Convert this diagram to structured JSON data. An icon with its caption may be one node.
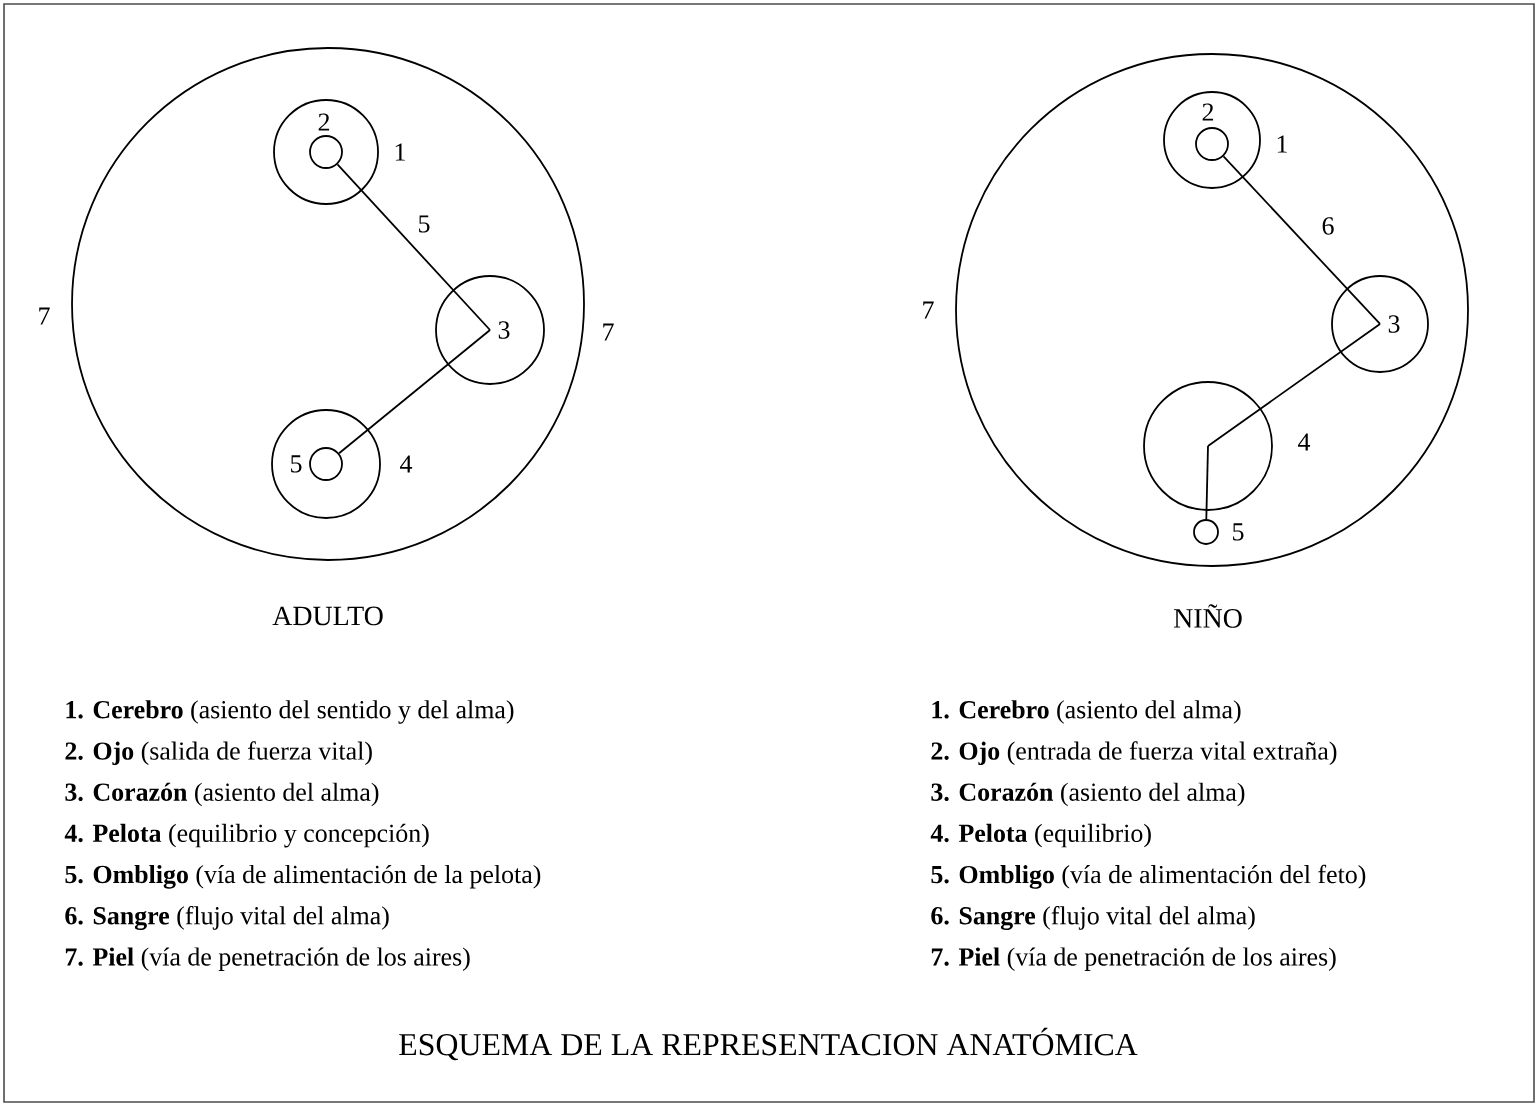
{
  "diagram": {
    "caption": "ESQUEMA DE LA REPRESENTACION ANATÓMICA",
    "nodes": [
      {
        "text": [],
        "shape": "circle",
        "beside": [
          "7",
          "7"
        ]
      },
      {
        "text": [],
        "shape": "circle",
        "in": 0,
        "beside": [
          "1"
        ]
      },
      {
        "text": [],
        "shape": "circle",
        "in": 1,
        "beside": [
          "2"
        ]
      },
      {
        "text": [
          "3"
        ],
        "in": 0
      },
      {
        "text": [],
        "shape": "circle",
        "in": 0,
        "beside": [
          "4"
        ]
      },
      {
        "text": [],
        "shape": "circle",
        "in": 4,
        "beside": [
          "5"
        ]
      },
      {
        "text": [],
        "shape": "circle",
        "beside": [
          "7"
        ]
      },
      {
        "text": [],
        "shape": "circle",
        "in": 6,
        "beside": [
          "1"
        ]
      },
      {
        "text": [],
        "shape": "circle",
        "in": 7,
        "beside": [
          "2"
        ]
      },
      {
        "text": [
          "3"
        ],
        "in": 6
      },
      {
        "text": [],
        "shape": "circle",
        "in": 6,
        "beside": [
          "4"
        ]
      },
      {
        "text": [],
        "shape": "circle",
        "in": 6,
        "beside": [
          "5"
        ]
      }
    ],
    "edges": [
      {
        "from": 2,
        "to": 3,
        "arrow": "none",
        "label": "5"
      },
      {
        "from": 3,
        "to": 5,
        "arrow": "none"
      },
      {
        "from": 8,
        "to": 9,
        "arrow": "none",
        "label": "6"
      },
      {
        "from": 9,
        "to": 10,
        "arrow": "none"
      },
      {
        "from": 10,
        "to": 11,
        "arrow": "none"
      }
    ],
    "labels": [
      "ADULTO",
      "NIÑO",
      "**1. Cerebro** (asiento del sentido y del alma)",
      "**1. Cerebro** (asiento del alma)",
      "**2. Ojo** (salida de fuerza vital)",
      "**2. Ojo** (entrada de fuerza vital extraña)",
      "**3. Corazón** (asiento del alma)",
      "**3. Corazón** (asiento del alma)",
      "**4. Pelota** (equilibrio y concepción)",
      "**4. Pelota** (equilibrio)",
      "**5. Ombligo** (vía de alimentación de la pelota)",
      "**5. Ombligo** (vía de alimentación del feto)",
      "**6. Sangre** (flujo vital del alma)",
      "**6. Sangre** (flujo vital del alma)",
      "**7. Piel** (vía de penetración de los aires)",
      "**7. Piel** (vía de penetración de los aires)"
    ]
  }
}
